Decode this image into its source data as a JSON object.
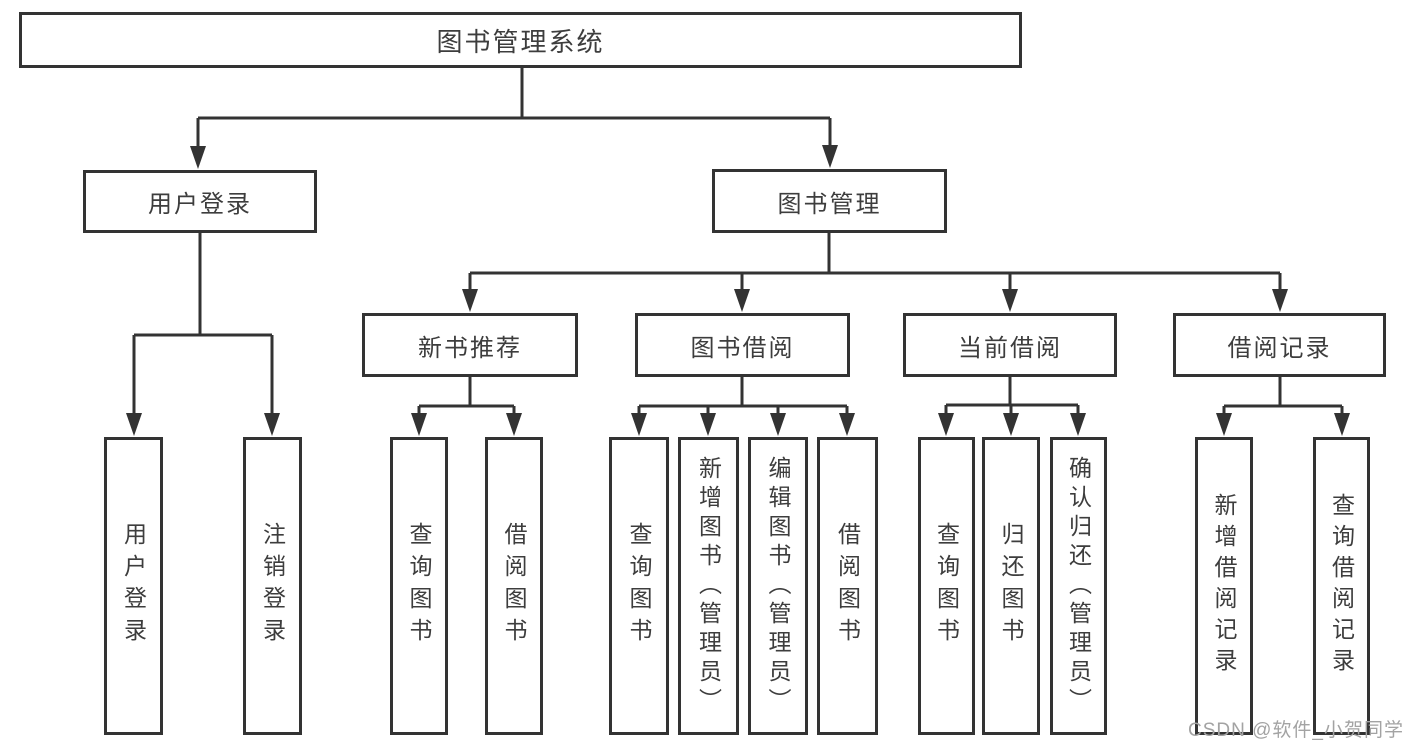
{
  "watermark": "CSDN @软件_小贺同学",
  "colors": {
    "line": "#333333",
    "text": "#3d3d3d",
    "watermark": "#a3a3a3"
  },
  "tree": {
    "root": {
      "label": "图书管理系统"
    },
    "branches": [
      {
        "label": "用户登录",
        "children": [
          {
            "label": "用户登录"
          },
          {
            "label": "注销登录"
          }
        ]
      },
      {
        "label": "图书管理",
        "groups": [
          {
            "label": "新书推荐",
            "children": [
              {
                "label": "查询图书"
              },
              {
                "label": "借阅图书"
              }
            ]
          },
          {
            "label": "图书借阅",
            "children": [
              {
                "label": "查询图书"
              },
              {
                "label": "新增图书（管理员）"
              },
              {
                "label": "编辑图书（管理员）"
              },
              {
                "label": "借阅图书"
              }
            ]
          },
          {
            "label": "当前借阅",
            "children": [
              {
                "label": "查询图书"
              },
              {
                "label": "归还图书"
              },
              {
                "label": "确认归还（管理员）"
              }
            ]
          },
          {
            "label": "借阅记录",
            "children": [
              {
                "label": "新增借阅记录"
              },
              {
                "label": "查询借阅记录"
              }
            ]
          }
        ]
      }
    ]
  }
}
